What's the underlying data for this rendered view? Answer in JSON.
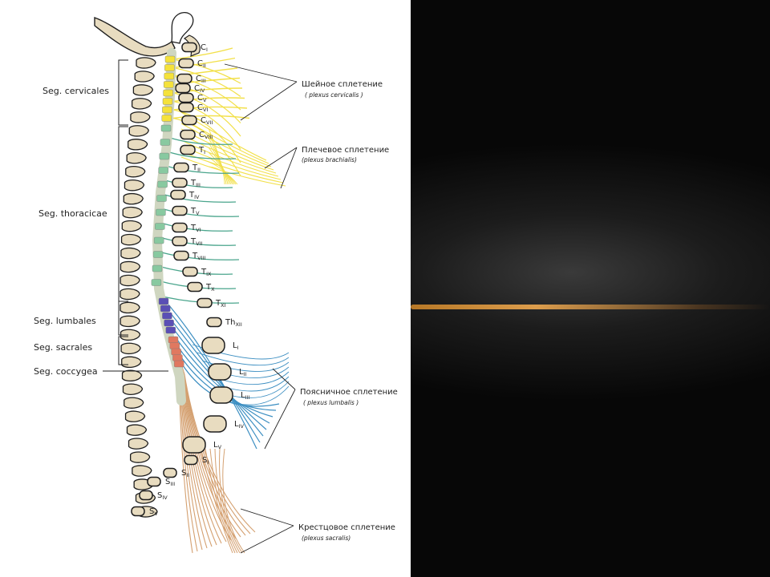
{
  "colors": {
    "cervical_nerve": "#f2e04a",
    "cervical_segment": "#f5e23b",
    "thoracic_nerve": "#4aa58c",
    "thoracic_segment": "#88c9a0",
    "lumbar_nerve": "#3d8fc2",
    "lumbar_segment": "#5a4fb5",
    "sacral_nerve": "#d4a070",
    "sacral_segment": "#e07860",
    "bone": "#e8dcc0",
    "bone_outline": "#1e1e1e",
    "slide_background": "#0a0a0a",
    "accent_line": "#e8a040"
  },
  "segment_groups": [
    {
      "id": "cervicales",
      "label": "Seg. cervicales"
    },
    {
      "id": "thoracicae",
      "label": "Seg. thoracicae"
    },
    {
      "id": "lumbales",
      "label": "Seg. lumbales"
    },
    {
      "id": "sacrales",
      "label": "Seg. sacrales"
    },
    {
      "id": "coccygea",
      "label": "Seg. coccygea"
    }
  ],
  "vertebra_labels": [
    {
      "letter": "C",
      "sub": "I"
    },
    {
      "letter": "C",
      "sub": "II"
    },
    {
      "letter": "C",
      "sub": "III"
    },
    {
      "letter": "C",
      "sub": "IV"
    },
    {
      "letter": "C",
      "sub": "V"
    },
    {
      "letter": "C",
      "sub": "VI"
    },
    {
      "letter": "C",
      "sub": "VII"
    },
    {
      "letter": "C",
      "sub": "VIII"
    },
    {
      "letter": "T",
      "sub": "I"
    },
    {
      "letter": "T",
      "sub": "II"
    },
    {
      "letter": "T",
      "sub": "III"
    },
    {
      "letter": "T",
      "sub": "IV"
    },
    {
      "letter": "T",
      "sub": "V"
    },
    {
      "letter": "T",
      "sub": "VI"
    },
    {
      "letter": "T",
      "sub": "VII"
    },
    {
      "letter": "T",
      "sub": "VIII"
    },
    {
      "letter": "T",
      "sub": "IX"
    },
    {
      "letter": "T",
      "sub": "X"
    },
    {
      "letter": "T",
      "sub": "XI"
    },
    {
      "letter": "Th",
      "sub": "XII"
    },
    {
      "letter": "L",
      "sub": "I"
    },
    {
      "letter": "L",
      "sub": "II"
    },
    {
      "letter": "L",
      "sub": "III"
    },
    {
      "letter": "L",
      "sub": "IV"
    },
    {
      "letter": "L",
      "sub": "V"
    },
    {
      "letter": "S",
      "sub": "I"
    },
    {
      "letter": "S",
      "sub": "II"
    },
    {
      "letter": "S",
      "sub": "III"
    },
    {
      "letter": "S",
      "sub": "IV"
    },
    {
      "letter": "S",
      "sub": "V"
    }
  ],
  "plexuses": [
    {
      "id": "cervical",
      "name": "Шейное сплетение",
      "latin": "( plexus cervicalis )"
    },
    {
      "id": "brachial",
      "name": "Плечевое сплетение",
      "latin": "(plexus brachialis)"
    },
    {
      "id": "lumbar",
      "name": "Поясничное сплетение",
      "latin": "( plexus lumbalis )"
    },
    {
      "id": "sacral",
      "name": "Крестцовое сплетение",
      "latin": "(plexus sacralis)"
    }
  ]
}
